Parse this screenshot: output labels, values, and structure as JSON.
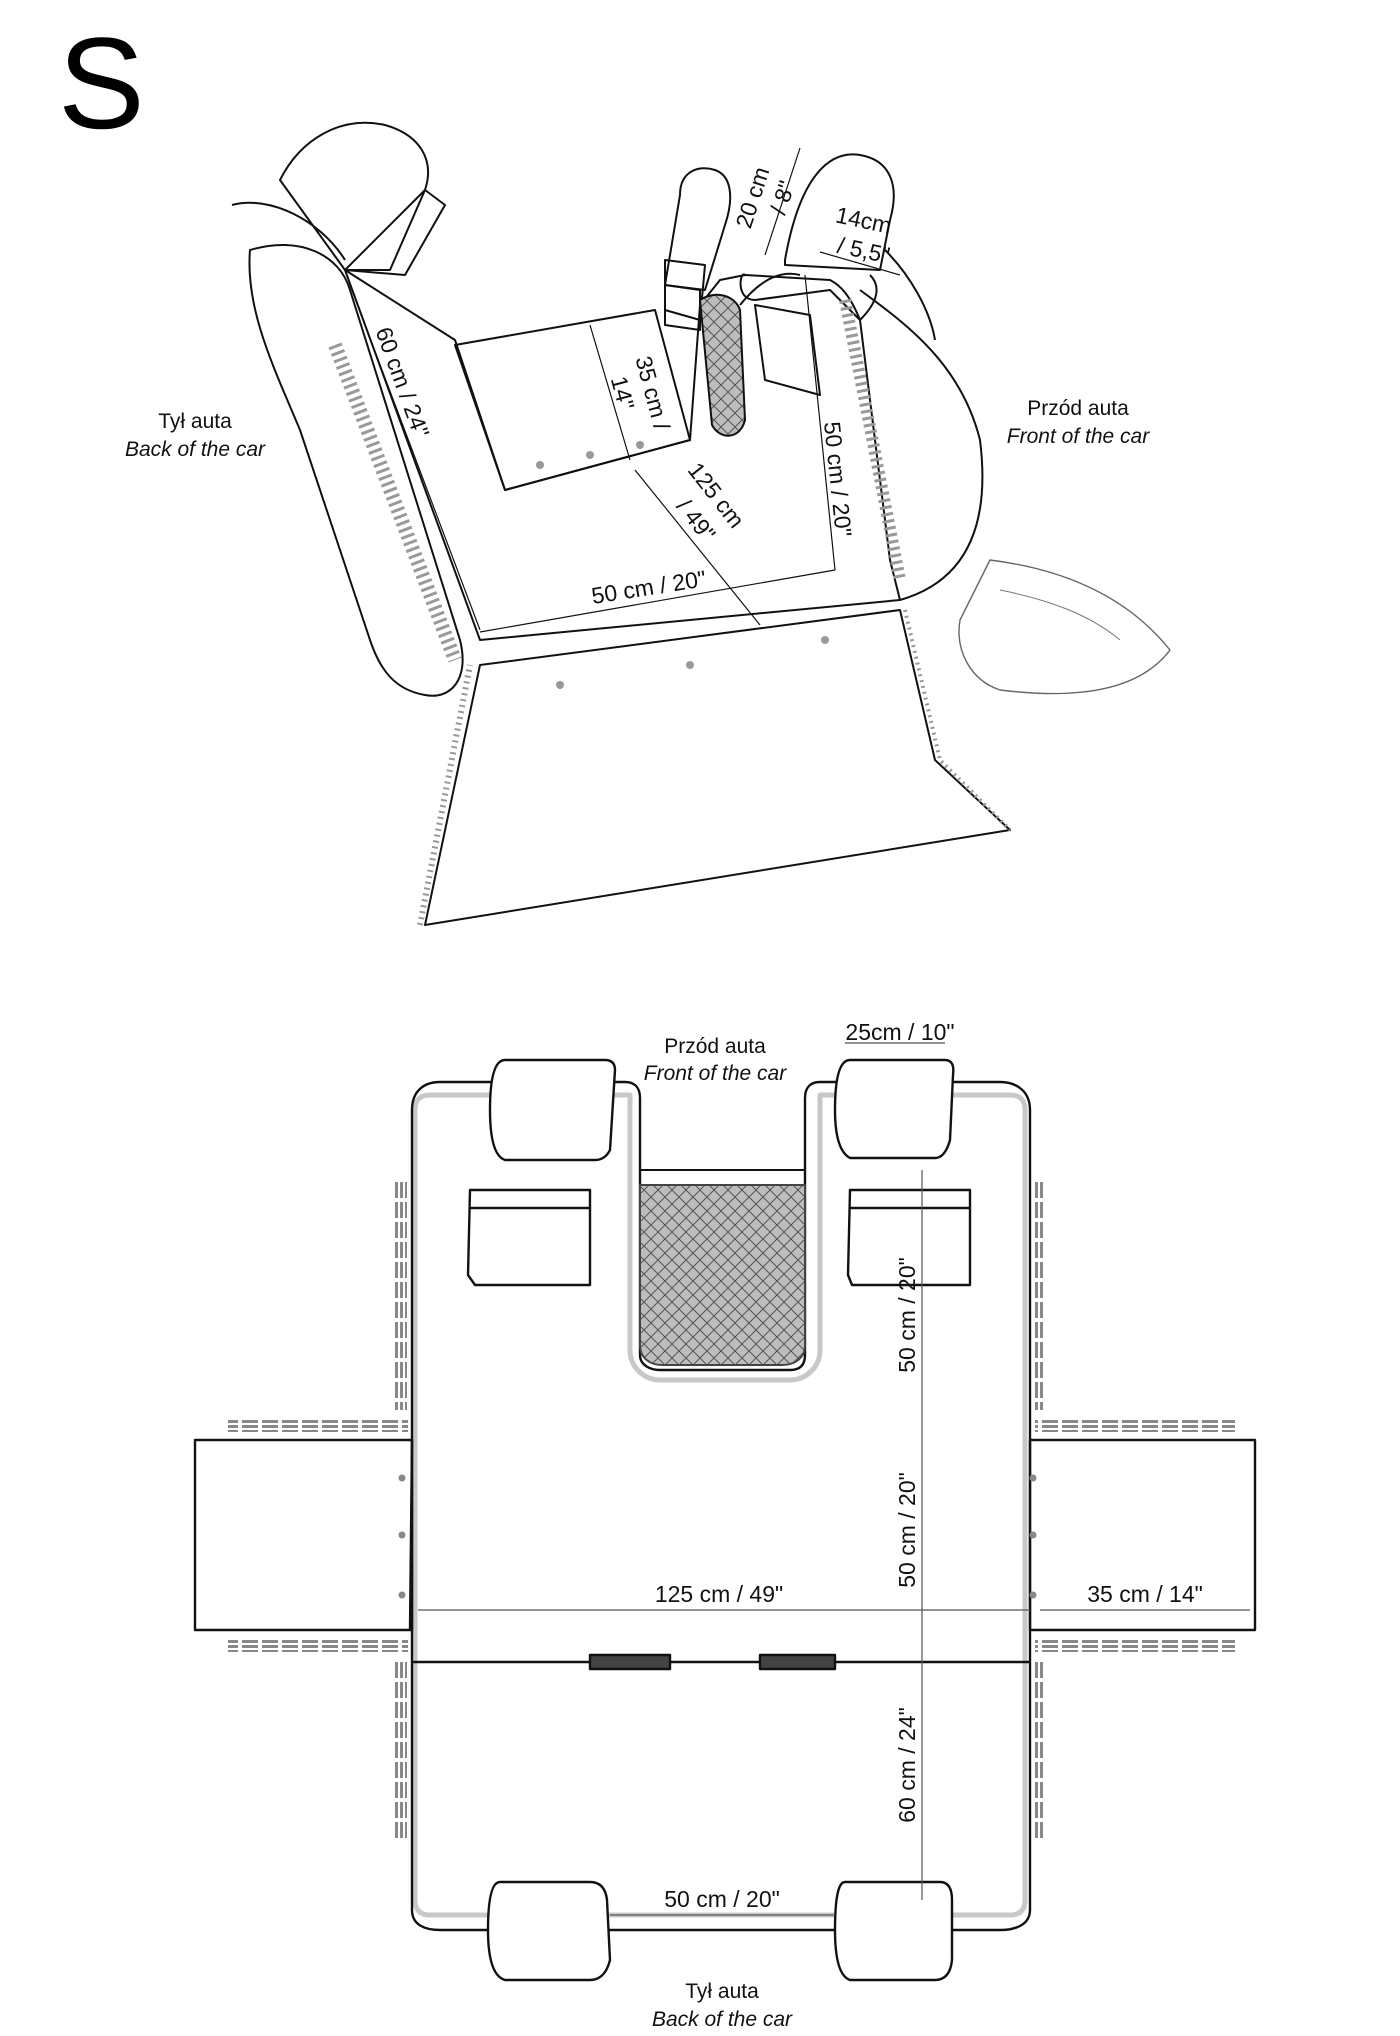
{
  "size_letter": "S",
  "iso_view": {
    "back_label": "Tył auta",
    "back_label_en": "Back of the car",
    "front_label": "Przód auta",
    "front_label_en": "Front of the car",
    "dims": {
      "headrest_height": "20 cm",
      "headrest_height_in": "/ 8\"",
      "headrest_width": "14cm",
      "headrest_width_in": "/ 5,5\"",
      "flap_height": "35 cm /",
      "flap_height_in": "14\"",
      "back_length": "60 cm / 24\"",
      "diag_length": "125 cm",
      "diag_length_in": "/ 49\"",
      "front_length": "50 cm / 20\"",
      "width": "50 cm / 20\""
    }
  },
  "plan_view": {
    "front_label": "Przód auta",
    "front_label_en": "Front of the car",
    "back_label": "Tył auta",
    "back_label_en": "Back of the car",
    "dims": {
      "headrest_width": "25cm / 10\"",
      "upper_length": "50 cm / 20\"",
      "middle_length": "50 cm / 20\"",
      "rear_length": "60 cm / 24\"",
      "total_width": "125 cm / 49\"",
      "side_flap": "35 cm / 14\"",
      "rear_headrest_gap": "50 cm / 20\""
    }
  }
}
